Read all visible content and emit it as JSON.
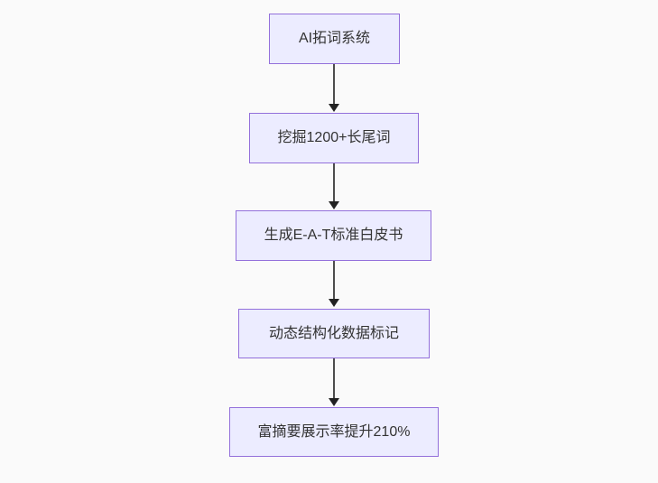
{
  "diagram": {
    "type": "flowchart-top-down",
    "background_color": "#fafafa",
    "node_fill_color": "#ECECFF",
    "node_border_color": "#9370DB",
    "node_text_color": "#333333",
    "edge_line_color": "#4d4d4d",
    "arrowhead_color": "#222222",
    "nodes": [
      {
        "label": "AI拓词系统"
      },
      {
        "label": "挖掘1200+长尾词"
      },
      {
        "label": "生成E-A-T标准白皮书"
      },
      {
        "label": "动态结构化数据标记"
      },
      {
        "label": "富摘要展示率提升210%"
      }
    ],
    "edges": [
      {
        "from": 0,
        "to": 1
      },
      {
        "from": 1,
        "to": 2
      },
      {
        "from": 2,
        "to": 3
      },
      {
        "from": 3,
        "to": 4
      }
    ]
  }
}
